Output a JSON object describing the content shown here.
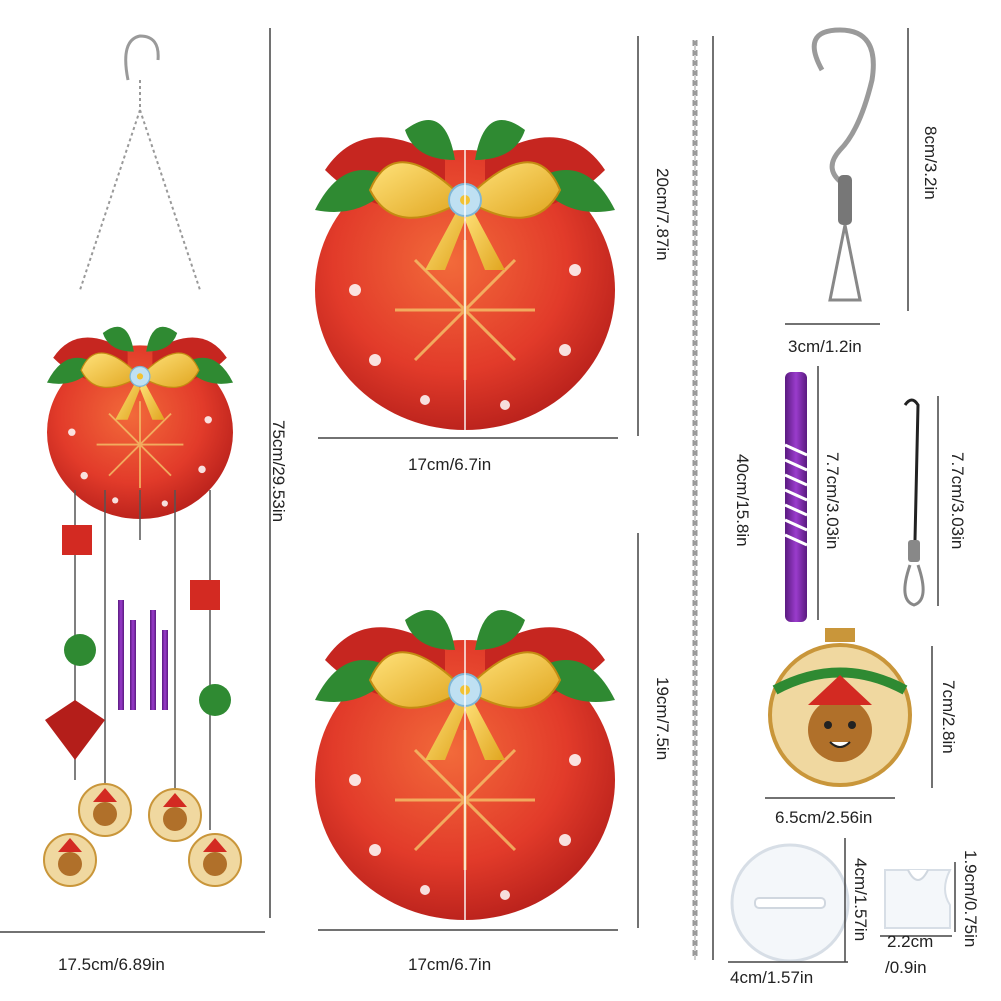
{
  "measurements": {
    "chime_total_height": "75cm/29.53in",
    "chime_width": "17.5cm/6.89in",
    "top_ornament_height": "20cm/7.87in",
    "top_ornament_width": "17cm/6.7in",
    "bottom_ornament_height": "19cm/7.5in",
    "bottom_ornament_width": "17cm/6.7in",
    "chain_length": "40cm/15.8in",
    "hook_height": "8cm/3.2in",
    "hook_width": "3cm/1.2in",
    "pen_length": "7.7cm/3.03in",
    "lanyard_length": "7.7cm/3.03in",
    "mini_ornament_height": "7cm/2.8in",
    "mini_ornament_width": "6.5cm/2.56in",
    "disc_height": "4cm/1.57in",
    "disc_width": "4cm/1.57in",
    "clip_height": "1.9cm/0.75in",
    "clip_width_line1": "2.2cm",
    "clip_width_line2": "/0.9in"
  },
  "colors": {
    "ornament_red": "#e23b2a",
    "ornament_dark_red": "#b41e1a",
    "bow_gold": "#f2c232",
    "leaf_green": "#2f8a32",
    "pen_purple": "#7a2aa6",
    "measure_line": "#444444"
  }
}
